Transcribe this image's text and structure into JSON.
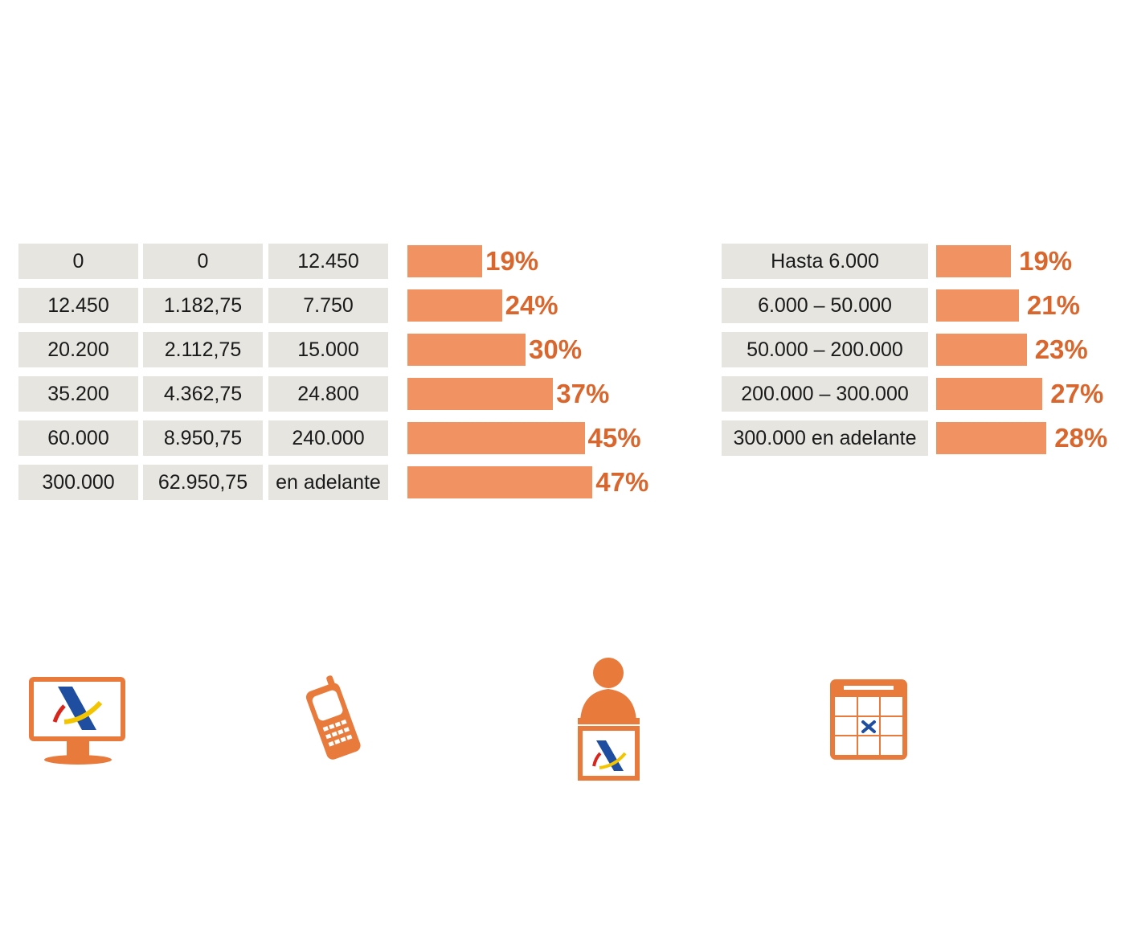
{
  "colors": {
    "cell_bg": "#e6e5e0",
    "bar": "#f09262",
    "label": "#d9662d",
    "icon": "#e87a3c",
    "logo_blue": "#1f4ea1",
    "logo_yellow": "#f2c500",
    "logo_red": "#d8261c"
  },
  "chart_data": [
    {
      "type": "bar",
      "orientation": "horizontal",
      "table_columns": 3,
      "rows": [
        {
          "cells": [
            "0",
            "0",
            "12.450"
          ],
          "value": 19,
          "label": "19%"
        },
        {
          "cells": [
            "12.450",
            "1.182,75",
            "7.750"
          ],
          "value": 24,
          "label": "24%"
        },
        {
          "cells": [
            "20.200",
            "2.112,75",
            "15.000"
          ],
          "value": 30,
          "label": "30%"
        },
        {
          "cells": [
            "35.200",
            "4.362,75",
            "24.800"
          ],
          "value": 37,
          "label": "37%"
        },
        {
          "cells": [
            "60.000",
            "8.950,75",
            "240.000"
          ],
          "value": 45,
          "label": "45%"
        },
        {
          "cells": [
            "300.000",
            "62.950,75",
            "en adelante"
          ],
          "value": 47,
          "label": "47%"
        }
      ],
      "xlim": [
        0,
        100
      ]
    },
    {
      "type": "bar",
      "orientation": "horizontal",
      "table_columns": 1,
      "rows": [
        {
          "cells": [
            "Hasta 6.000"
          ],
          "value": 19,
          "label": "19%"
        },
        {
          "cells": [
            "6.000 – 50.000"
          ],
          "value": 21,
          "label": "21%"
        },
        {
          "cells": [
            "50.000 – 200.000"
          ],
          "value": 23,
          "label": "23%"
        },
        {
          "cells": [
            "200.000 – 300.000"
          ],
          "value": 27,
          "label": "27%"
        },
        {
          "cells": [
            "300.000 en adelante"
          ],
          "value": 28,
          "label": "28%"
        }
      ],
      "xlim": [
        0,
        100
      ]
    }
  ],
  "icons": [
    "computer-icon",
    "mobile-phone-icon",
    "office-attendant-icon",
    "calendar-icon"
  ]
}
